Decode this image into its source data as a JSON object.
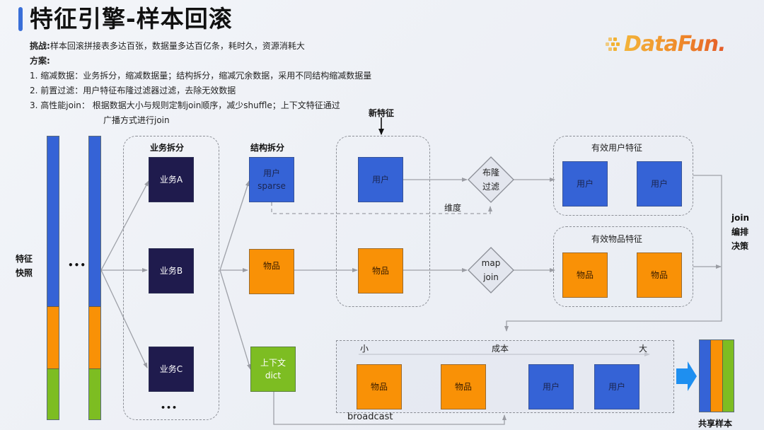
{
  "header": {
    "title": "特征引擎-样本回滚",
    "challenge_label": "挑战:",
    "challenge_text": "样本回滚拼接表多达百张，数据量多达百亿条，耗时久，资源消耗大",
    "solution_label": "方案:",
    "items": [
      "1. 缩减数据：业务拆分，缩减数据量；结构拆分，缩减冗余数据，采用不同结构缩减数据量",
      "2. 前置过滤：用户特征布隆过滤器过滤，去除无效数据",
      "3. 高性能join： 根据数据大小与规则定制join顺序，减少shuffle；上下文特征通过",
      "广播方式进行join"
    ]
  },
  "logo": {
    "text": "DataFun.",
    "icon": "dots-logo-icon"
  },
  "colors": {
    "accent": "#3a6fd8",
    "user_blue": "#3563d6",
    "item_orange": "#f99106",
    "context_green": "#7dbd22",
    "business_dark": "#1f1b4d",
    "arrow_blue": "#1e8ff0"
  },
  "diagram": {
    "snapshot_label": [
      "特征",
      "快照"
    ],
    "ellipsis": "•••",
    "snapshot_bar_fractions": {
      "blue": 0.6,
      "orange": 0.22,
      "green": 0.18
    },
    "business_split": {
      "title": "业务拆分",
      "items": [
        "业务A",
        "业务B",
        "业务C"
      ],
      "more": "•••"
    },
    "struct_split": {
      "title": "结构拆分",
      "user": [
        "用户",
        "sparse"
      ],
      "item": "物品",
      "context": [
        "上下文",
        "dict"
      ]
    },
    "new_feature": {
      "title": "新特征",
      "user": "用户",
      "item": "物品"
    },
    "bloom_filter": [
      "布隆",
      "过滤"
    ],
    "dimension_label": "维度",
    "map_join": [
      "map",
      "join"
    ],
    "valid_user": {
      "title": "有效用户特征",
      "items": [
        "用户",
        "用户"
      ]
    },
    "valid_item": {
      "title": "有效物品特征",
      "items": [
        "物品",
        "物品"
      ]
    },
    "join_decision": [
      "join",
      "编排",
      "决策"
    ],
    "cost": {
      "small": "小",
      "label": "成本",
      "large": "大",
      "items": [
        "物品",
        "物品",
        "用户",
        "用户"
      ]
    },
    "broadcast_label": "broadcast",
    "shared_sample_label": "共享样本"
  }
}
